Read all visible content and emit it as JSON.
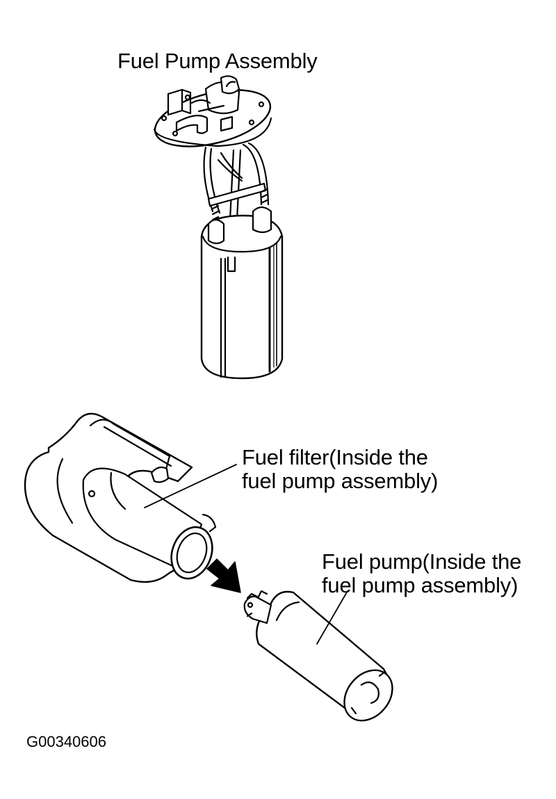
{
  "title": "Fuel Pump Assembly",
  "callouts": {
    "fuel_filter": [
      "Fuel filter(Inside the",
      "fuel pump assembly)"
    ],
    "fuel_pump": [
      "Fuel pump(Inside the",
      "fuel pump assembly)"
    ]
  },
  "figure_code": "G00340606",
  "colors": {
    "ink": "#000000",
    "paper": "#ffffff"
  }
}
